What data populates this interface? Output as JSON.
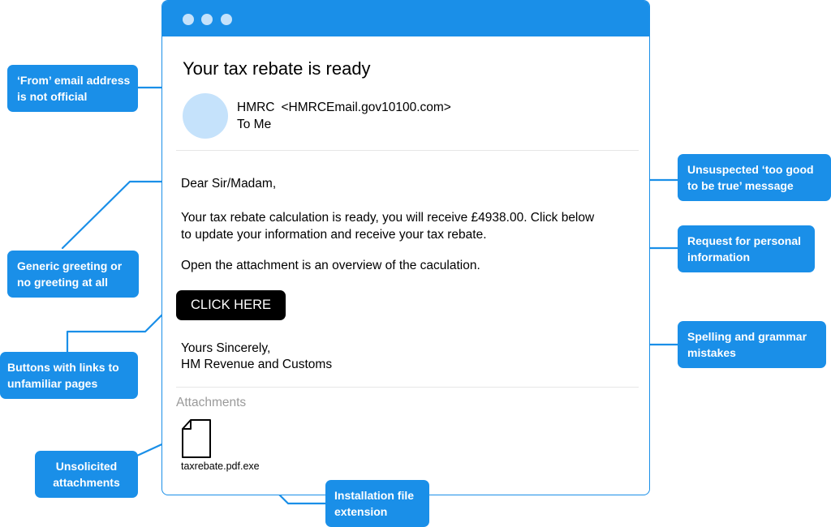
{
  "email": {
    "subject": "Your tax rebate is ready",
    "sender_name": "HMRC",
    "sender_address": "<HMRCEmail.gov10100.com>",
    "to_line": "To Me",
    "greeting": "Dear Sir/Madam,",
    "paragraph_1_line_1": "Your tax rebate calculation is ready, you will receive £4938.00. Click below",
    "paragraph_1_line_2": "to update your information and receive your tax rebate.",
    "paragraph_2": "Open the attachment is an overview of the caculation.",
    "button_label": "CLICK HERE",
    "signoff": "Yours Sincerely,",
    "signoff_name": "HM Revenue and Customs",
    "attachments_label": "Attachments",
    "attachment_filename": "taxrebate.pdf.exe"
  },
  "annotations": {
    "from_address": [
      "‘From’ email address",
      "is not official"
    ],
    "generic_greeting": [
      "Generic greeting or",
      "no greeting at all"
    ],
    "buttons_links": [
      "Buttons with links to",
      "unfamiliar pages"
    ],
    "unsolicited_attachments": [
      "Unsolicited",
      "attachments"
    ],
    "too_good": [
      "Unsuspected ‘too good",
      "to be true’ message"
    ],
    "personal_info": [
      "Request for personal",
      "information"
    ],
    "spelling": [
      "Spelling and grammar",
      "mistakes"
    ],
    "installation_ext": [
      "Installation file",
      "extension"
    ]
  },
  "colors": {
    "accent": "#1a8fe8",
    "accent_light": "#c5e2fb",
    "button": "#000000",
    "muted_text": "#9a9a9a"
  },
  "icons": {
    "window_controls": "window-dot-icon",
    "attachment": "file-icon"
  }
}
